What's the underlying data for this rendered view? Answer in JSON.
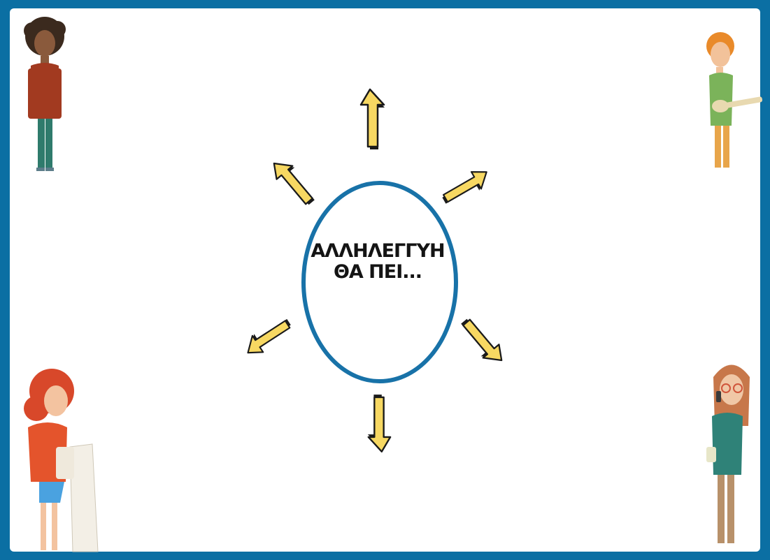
{
  "diagram": {
    "center_label_line1": "ΑΛΛΗΛΕΓΓΥΗ",
    "center_label_line2": "ΘΑ ΠΕΙ...",
    "colors": {
      "border": "#0b6fa3",
      "circle": "#1872a8",
      "arrow_fill": "#f7d862",
      "arrow_shadow": "#1a1a1a"
    },
    "arrows": [
      "up",
      "up-right",
      "down-right",
      "down",
      "down-left",
      "up-left"
    ],
    "characters": [
      "man-top-left",
      "boy-guitar-top-right",
      "woman-receipt-bottom-left",
      "woman-phone-bottom-right"
    ]
  }
}
